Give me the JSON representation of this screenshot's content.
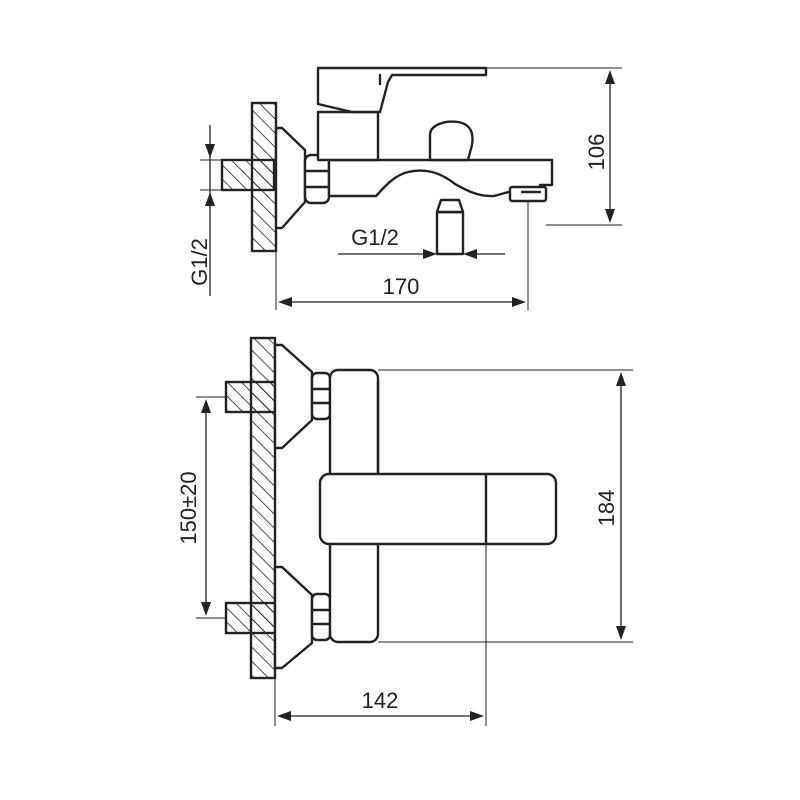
{
  "dimensions": {
    "side_height": "106",
    "side_thread_vertical": "G1/2",
    "side_thread_outlet": "G1/2",
    "side_depth": "170",
    "front_spacing": "150±20",
    "front_height": "184",
    "front_depth": "142"
  },
  "colors": {
    "line": "#222222",
    "background": "#ffffff"
  }
}
